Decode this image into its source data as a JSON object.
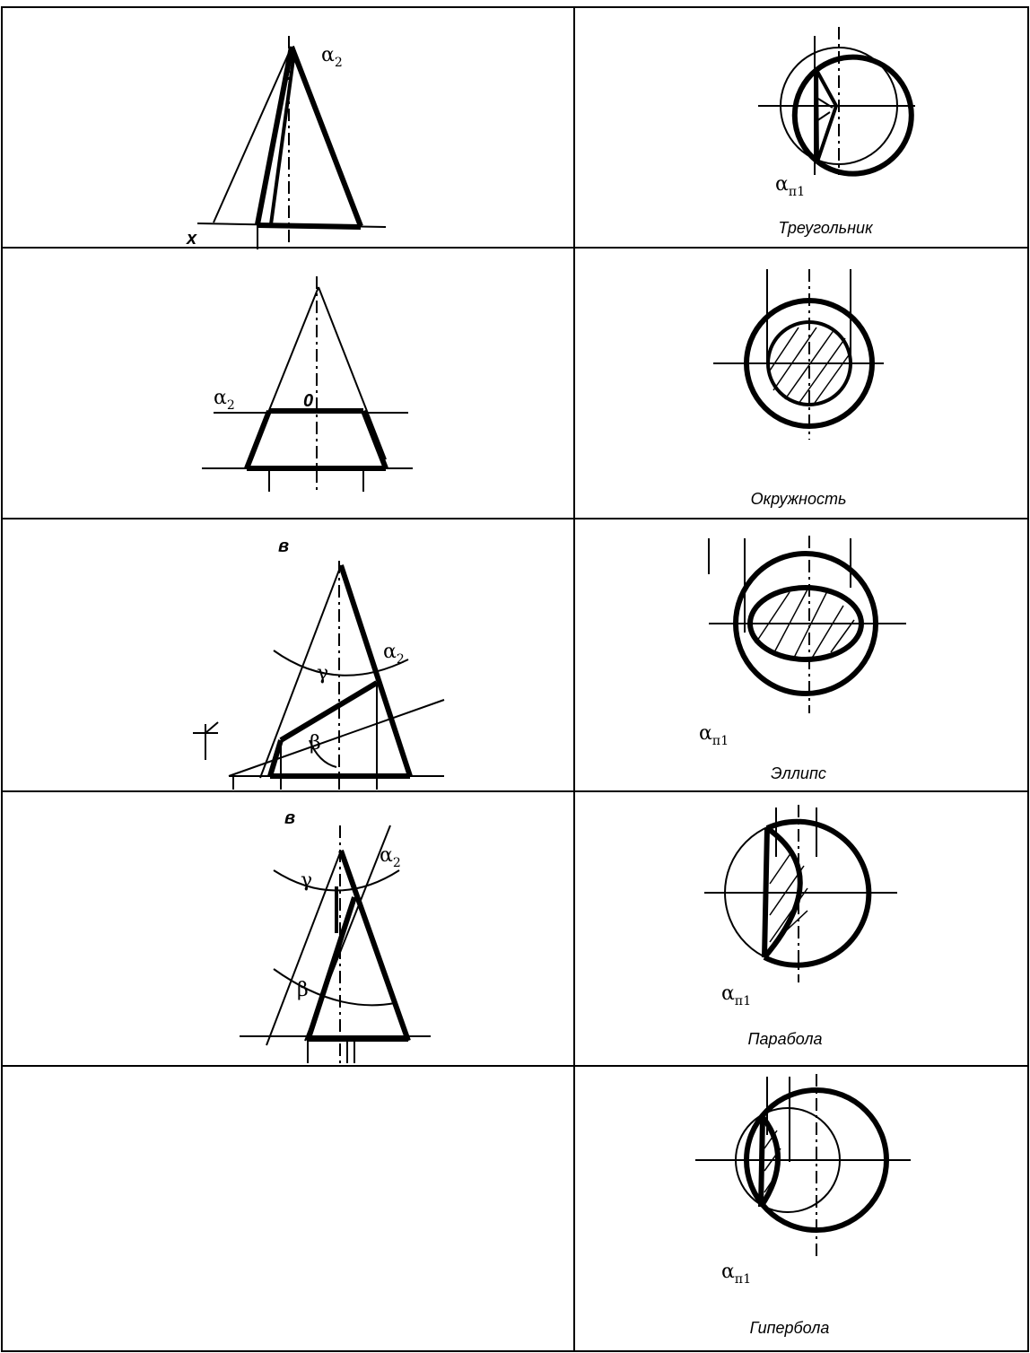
{
  "labels": {
    "alpha2": "α",
    "alpha2_sub": "2",
    "alpha_pi1": "α",
    "alpha_pi1_sub": "п1",
    "x_axis": "x",
    "point_o": "0",
    "gamma": "γ",
    "beta": "β",
    "row_letter_3": "в",
    "row_letter_4": "в"
  },
  "captions": [
    "Треугольник",
    "Окружность",
    "Эллипс",
    "Парабола",
    "Гипербола"
  ]
}
